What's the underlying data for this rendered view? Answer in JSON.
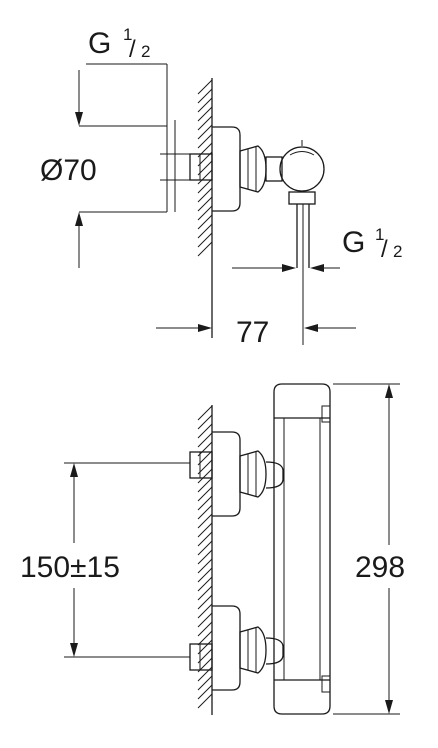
{
  "dimensions": {
    "thread_top": {
      "letter": "G",
      "num": "1",
      "den": "2"
    },
    "thread_side": {
      "letter": "G",
      "num": "1",
      "den": "2"
    },
    "diameter": "Ø70",
    "projection": "77",
    "spacing": "150±15",
    "height": "298"
  }
}
